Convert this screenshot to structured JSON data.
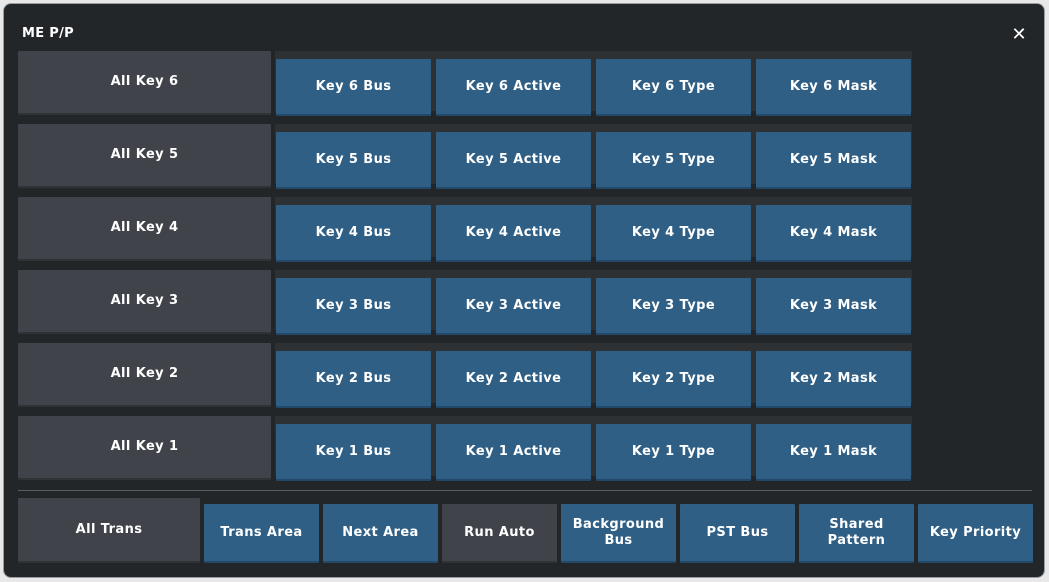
{
  "title": "ME P/P",
  "close_glyph": "✕",
  "close_icon": "close-icon",
  "colors": {
    "blue": "#2f5f85",
    "gray": "#404349",
    "background": "#232629"
  },
  "rows": [
    {
      "all": "All Key 6",
      "bus": "Key 6 Bus",
      "active": "Key 6 Active",
      "type": "Key 6 Type",
      "mask": "Key 6 Mask"
    },
    {
      "all": "All Key 5",
      "bus": "Key 5 Bus",
      "active": "Key 5 Active",
      "type": "Key 5 Type",
      "mask": "Key 5 Mask"
    },
    {
      "all": "All Key 4",
      "bus": "Key 4 Bus",
      "active": "Key 4 Active",
      "type": "Key 4 Type",
      "mask": "Key 4 Mask"
    },
    {
      "all": "All Key 3",
      "bus": "Key 3 Bus",
      "active": "Key 3 Active",
      "type": "Key 3 Type",
      "mask": "Key 3 Mask"
    },
    {
      "all": "All Key 2",
      "bus": "Key 2 Bus",
      "active": "Key 2 Active",
      "type": "Key 2 Type",
      "mask": "Key 2 Mask"
    },
    {
      "all": "All Key 1",
      "bus": "Key 1 Bus",
      "active": "Key 1 Active",
      "type": "Key 1 Type",
      "mask": "Key 1 Mask"
    }
  ],
  "bottom": {
    "all_trans": "All Trans",
    "trans_area": "Trans Area",
    "next_area": "Next Area",
    "run_auto": "Run Auto",
    "background_bus": "Background Bus",
    "pst_bus": "PST Bus",
    "shared_pattern": "Shared Pattern",
    "key_priority": "Key Priority"
  }
}
